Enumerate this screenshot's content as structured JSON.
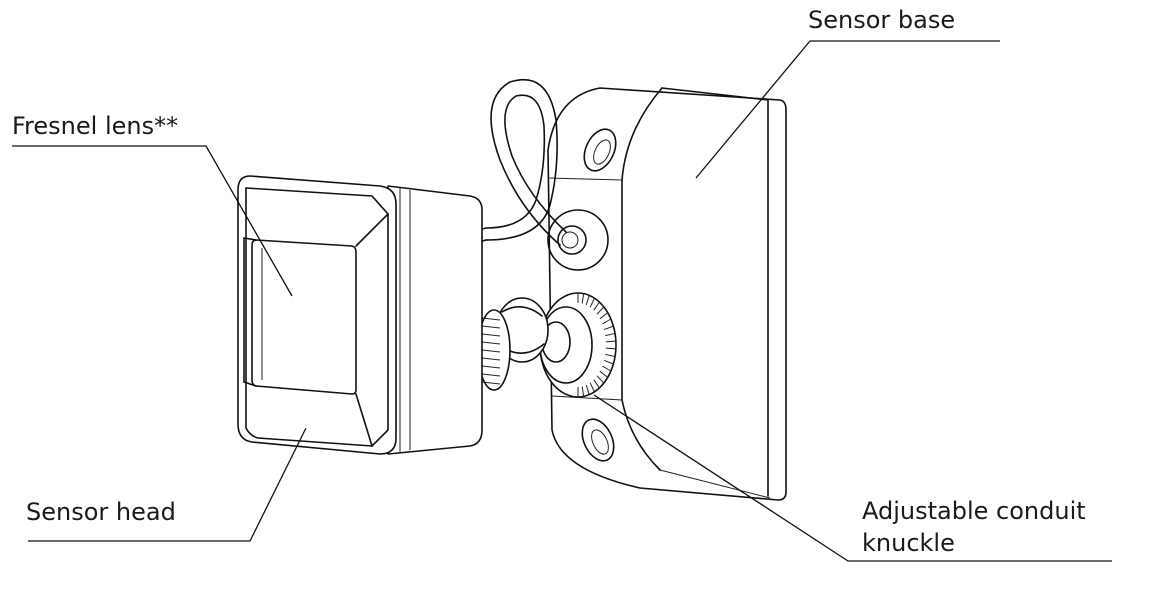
{
  "labels": {
    "sensor_base": "Sensor base",
    "fresnel_lens": "Fresnel lens**",
    "sensor_head": "Sensor head",
    "knuckle_line1": "Adjustable conduit",
    "knuckle_line2": "knuckle"
  },
  "colors": {
    "line": "#111111",
    "background": "#ffffff"
  }
}
